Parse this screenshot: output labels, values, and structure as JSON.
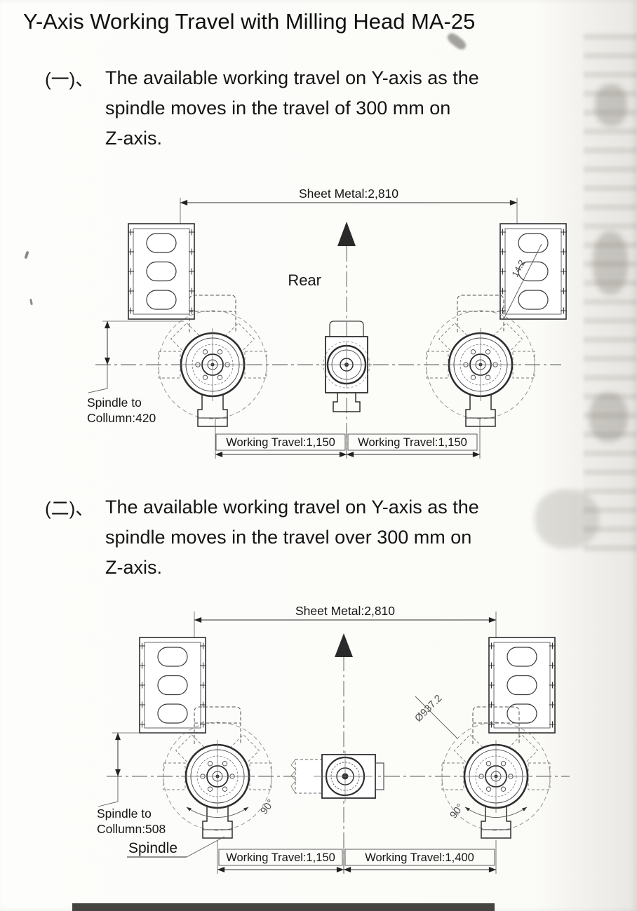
{
  "page": {
    "title": "Y-Axis Working Travel with Milling Head MA-25",
    "ink_color": "#1a1a1a",
    "paper_color": "#fbfbf8"
  },
  "sections": [
    {
      "numeral": "(一)、",
      "lines": [
        "The available working travel on Y-axis as the",
        "spindle moves in the travel of 300 mm on",
        "Z-axis."
      ]
    },
    {
      "numeral": "(二)、",
      "lines": [
        "The available working travel on Y-axis as the",
        "spindle moves in the travel over 300 mm on",
        "Z-axis."
      ]
    }
  ],
  "diagram1": {
    "sheet_metal_dim": "Sheet Metal:2,810",
    "rear_label": "Rear",
    "angle_label": "14.2",
    "spindle_to_column_line1": "Spindle to",
    "spindle_to_column_line2": "Collumn:420",
    "working_travel_left": "Working Travel:1,150",
    "working_travel_right": "Working Travel:1,150"
  },
  "diagram2": {
    "sheet_metal_dim": "Sheet Metal:2,810",
    "diameter_label": "Ø937.2",
    "spindle_to_column_line1": "Spindle to",
    "spindle_to_column_line2": "Collumn:508",
    "spindle_label": "Spindle",
    "working_travel_left": "Working Travel:1,150",
    "working_travel_right": "Working Travel:1,400",
    "swivel_angle_left": "90°",
    "swivel_angle_right": "90°"
  }
}
